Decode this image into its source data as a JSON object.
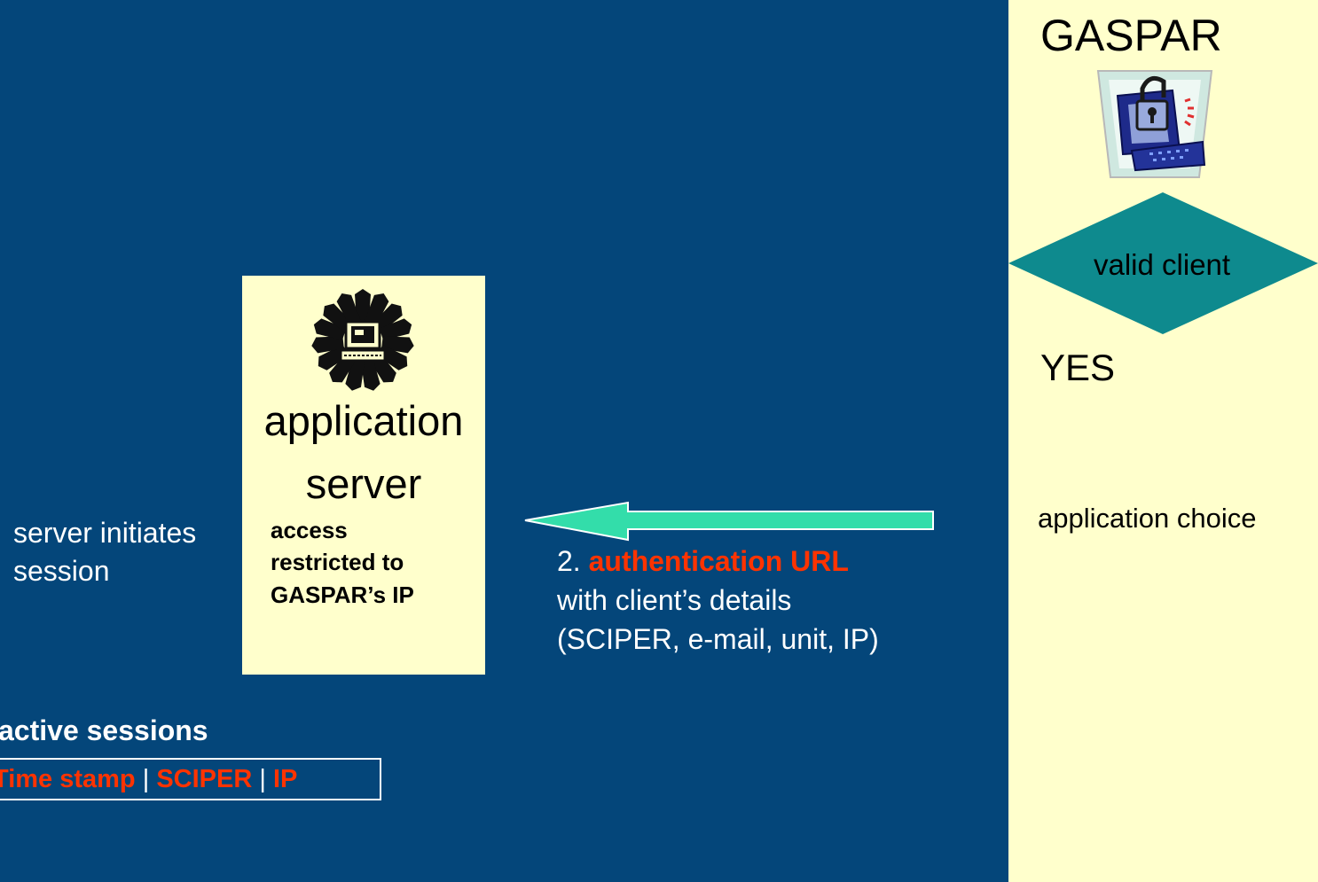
{
  "gaspar": {
    "title": "GASPAR",
    "decision": "valid client",
    "yes": "YES",
    "application_choice": "application choice"
  },
  "app_server": {
    "title_line1": "application",
    "title_line2": "server",
    "access_line1": "access",
    "access_line2": "restricted to",
    "access_line3": "GASPAR’s IP"
  },
  "session": {
    "line1": "server initiates",
    "line2": "session"
  },
  "auth": {
    "step": "2.",
    "highlight": "authentication URL",
    "line2": "with client’s details",
    "line3": "(SCIPER, e-mail, unit, IP)"
  },
  "active_sessions": {
    "label": "active sessions",
    "col1": "Time stamp",
    "col2": "SCIPER",
    "col3": "IP",
    "separator": "|"
  },
  "colors": {
    "background": "#04467a",
    "panel": "#ffffcc",
    "diamond": "#0e8a8e",
    "arrow": "#33ddaa",
    "highlight": "#ff3300"
  }
}
